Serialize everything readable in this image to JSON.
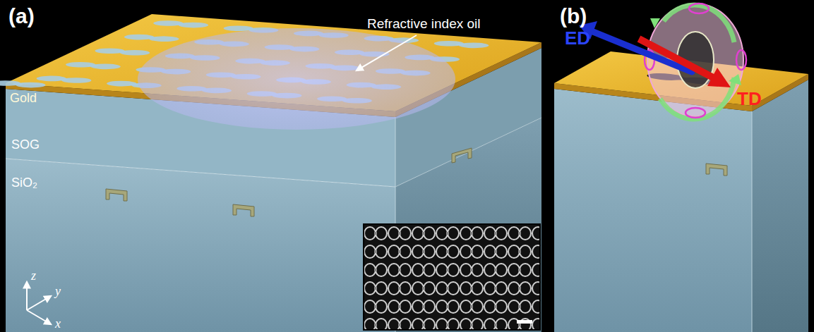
{
  "diagram": {
    "labels": [
      "(a)",
      "Refractive index oil",
      "Gold",
      "SOG",
      "SiO₂",
      "z",
      "y",
      "x",
      "(b)",
      "ED",
      "TD"
    ]
  }
}
